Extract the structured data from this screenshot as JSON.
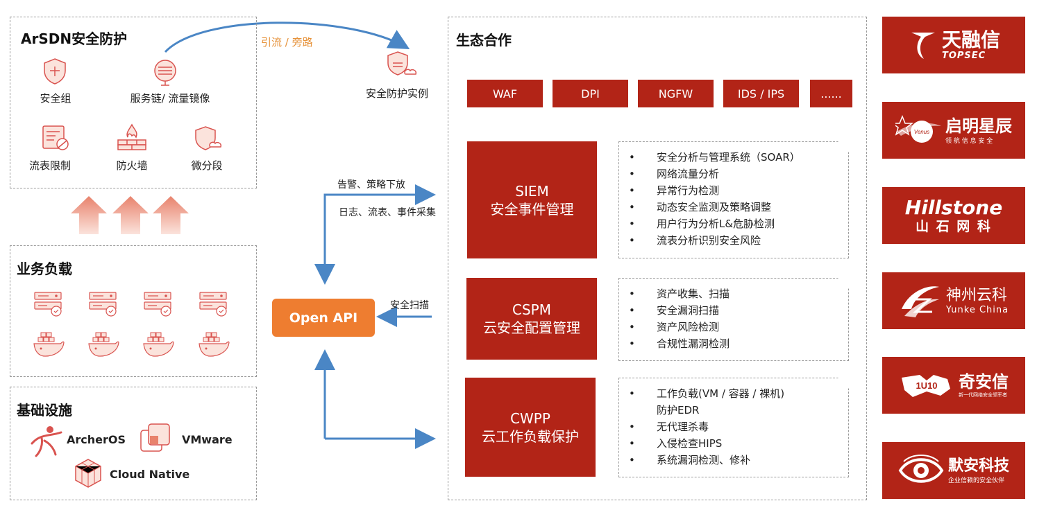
{
  "security": {
    "title": "ArSDN安全防护",
    "items": [
      "安全组",
      "服务链/ 流量镜像",
      "流表限制",
      "防火墙",
      "微分段"
    ],
    "redirect_label": "引流 / 旁路",
    "instance_label": "安全防护实例"
  },
  "workload": {
    "title": "业务负载"
  },
  "infra": {
    "title": "基础设施",
    "items": [
      "ArcherOS",
      "VMware",
      "Cloud Native"
    ]
  },
  "middle": {
    "alert_label": "告警、策略下放",
    "collect_label": "日志、流表、事件采集",
    "scan_label": "安全扫描",
    "openapi_label": "Open API"
  },
  "ecosystem": {
    "title": "生态合作",
    "chips": [
      "WAF",
      "DPI",
      "NGFW",
      "IDS / IPS",
      "......"
    ],
    "products": [
      {
        "abbr": "SIEM",
        "name": "安全事件管理",
        "features": [
          "安全分析与管理系统（SOAR）",
          "网络流量分析",
          "异常行为检测",
          "动态安全监测及策略调整",
          "用户行为分析L&危胁检测",
          "流表分析识别安全风险"
        ]
      },
      {
        "abbr": "CSPM",
        "name": "云安全配置管理",
        "features": [
          "资产收集、扫描",
          "安全漏洞扫描",
          "资产风险检测",
          "合规性漏洞检测"
        ]
      },
      {
        "abbr": "CWPP",
        "name": "云工作负载保护",
        "features": [
          "工作负载(VM / 容器 / 裸机)",
          "防护EDR",
          "无代理杀毒",
          "入侵检查HIPS",
          "系统漏洞检测、修补"
        ]
      }
    ]
  },
  "partners": [
    {
      "name": "天融信",
      "sub": "TOPSEC"
    },
    {
      "name": "启明星辰",
      "sub": "领 航 信 息 安 全"
    },
    {
      "name": "Hillstone",
      "sub": "山 石 网 科"
    },
    {
      "name": "神州云科",
      "sub": "Yunke China"
    },
    {
      "name": "奇安信",
      "sub": "新一代网络安全领军者"
    },
    {
      "name": "默安科技",
      "sub": "企业信赖的安全伙伴"
    }
  ],
  "colors": {
    "brand_red": "#b22417",
    "orange": "#ee7d30",
    "arrow_blue": "#4a86c5",
    "icon_red": "#d9534f"
  }
}
